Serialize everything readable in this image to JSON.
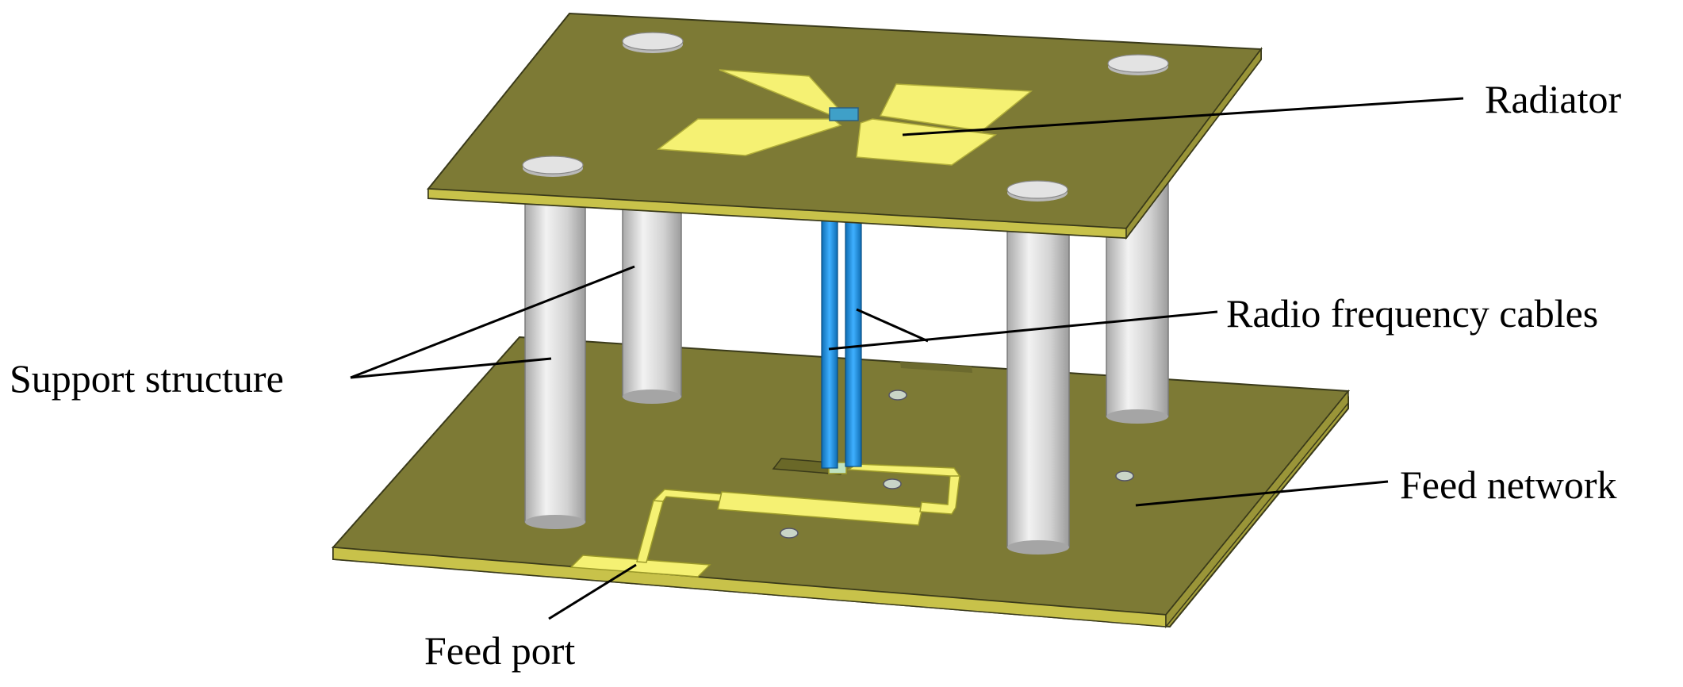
{
  "labels": {
    "radiator": "Radiator",
    "rf_cables": "Radio frequency cables",
    "support": "Support structure",
    "feed_network": "Feed network",
    "feed_port": "Feed port"
  },
  "colors": {
    "board_top": "#7d7a35",
    "board_edge": "#b9b341",
    "copper": "#f5f173",
    "cable": "#1f8fe0",
    "pillar": "#d7d7d7",
    "background": "#ffffff"
  }
}
